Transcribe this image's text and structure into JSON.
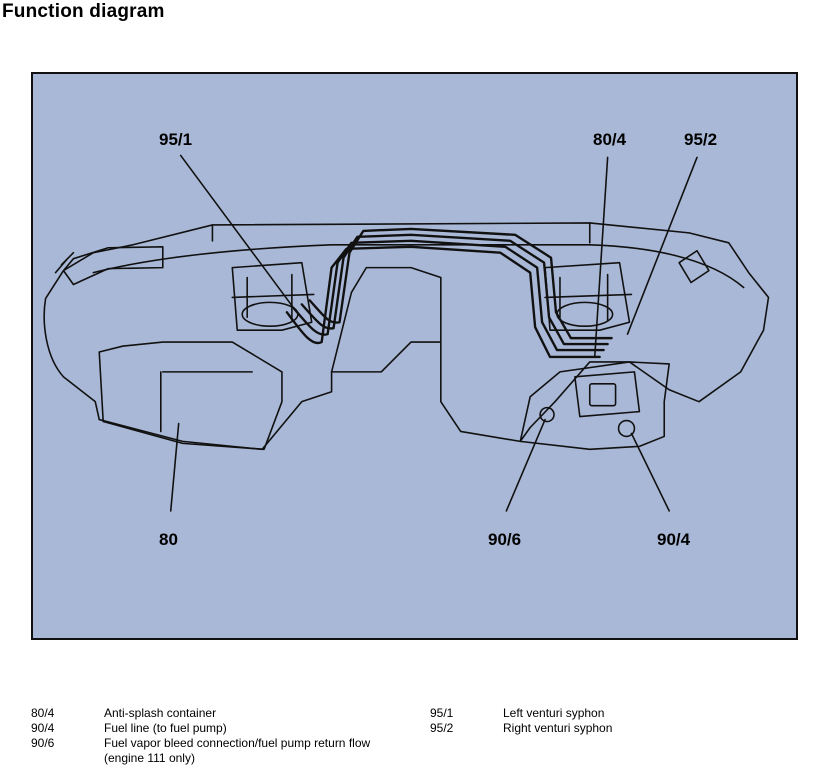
{
  "page": {
    "title": "Function diagram"
  },
  "diagram": {
    "background": "#a9b8d6",
    "line_color": "#111111",
    "callouts": [
      {
        "id": "95-1",
        "label": "95/1"
      },
      {
        "id": "80-4",
        "label": "80/4"
      },
      {
        "id": "95-2",
        "label": "95/2"
      },
      {
        "id": "80",
        "label": "80"
      },
      {
        "id": "90-6",
        "label": "90/6"
      },
      {
        "id": "90-4",
        "label": "90/4"
      }
    ]
  },
  "legend": {
    "left": [
      {
        "code": "80/4",
        "description": "Anti-splash container"
      },
      {
        "code": "90/4",
        "description": "Fuel line (to fuel pump)"
      },
      {
        "code": "90/6",
        "description": "Fuel vapor bleed connection/fuel pump return flow (engine 111 only)"
      }
    ],
    "right": [
      {
        "code": "95/1",
        "description": "Left venturi syphon"
      },
      {
        "code": "95/2",
        "description": "Right venturi syphon"
      }
    ]
  }
}
